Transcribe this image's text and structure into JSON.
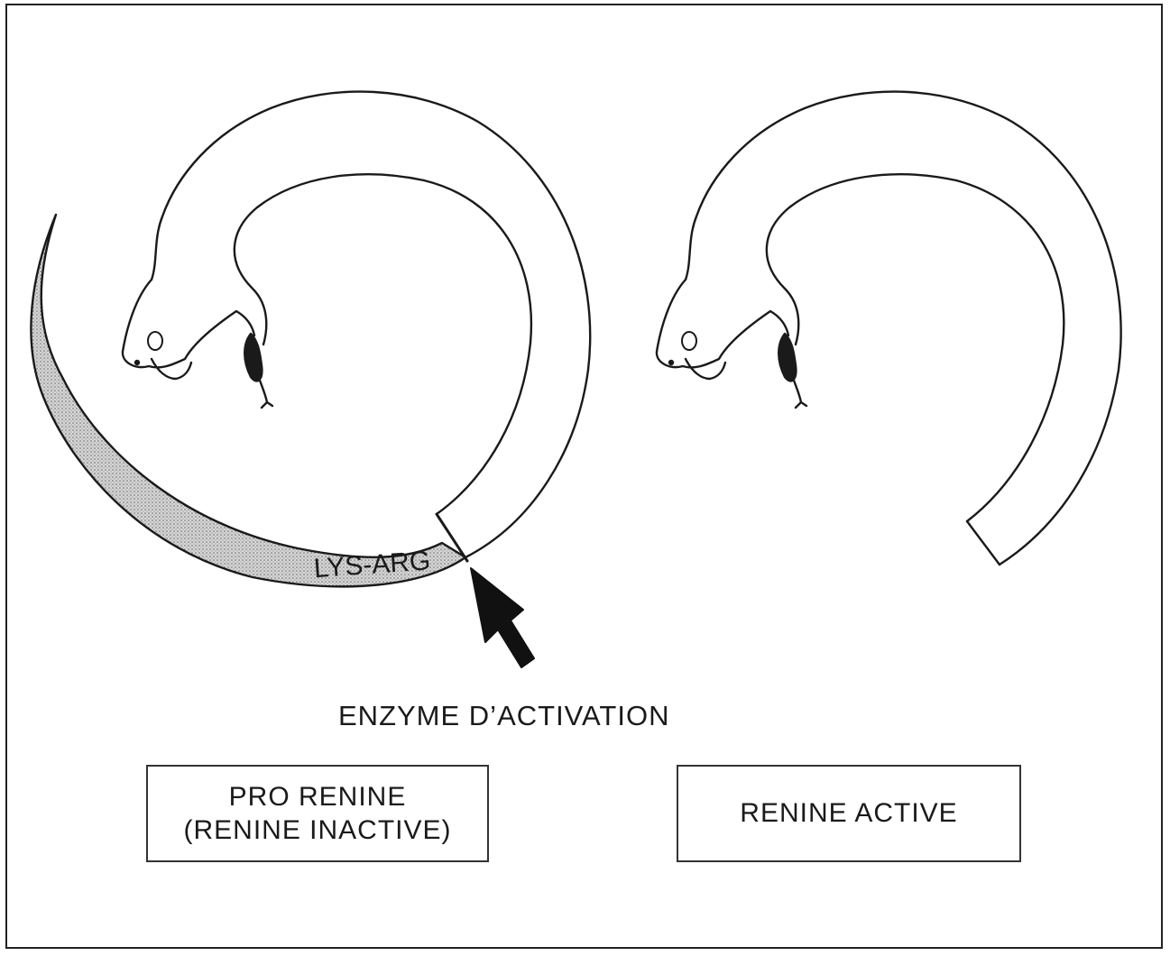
{
  "diagram": {
    "left_snake_segment_label": "LYS-ARG",
    "arrow_label": "ENZYME D’ACTIVATION",
    "left_box": {
      "line1": "PRO RENINE",
      "line2": "(RENINE INACTIVE)"
    },
    "right_box": {
      "line1": "RENINE ACTIVE"
    },
    "colors": {
      "ink": "#1a1a1a",
      "stipple": "#b8b8b8",
      "background": "#ffffff"
    }
  }
}
